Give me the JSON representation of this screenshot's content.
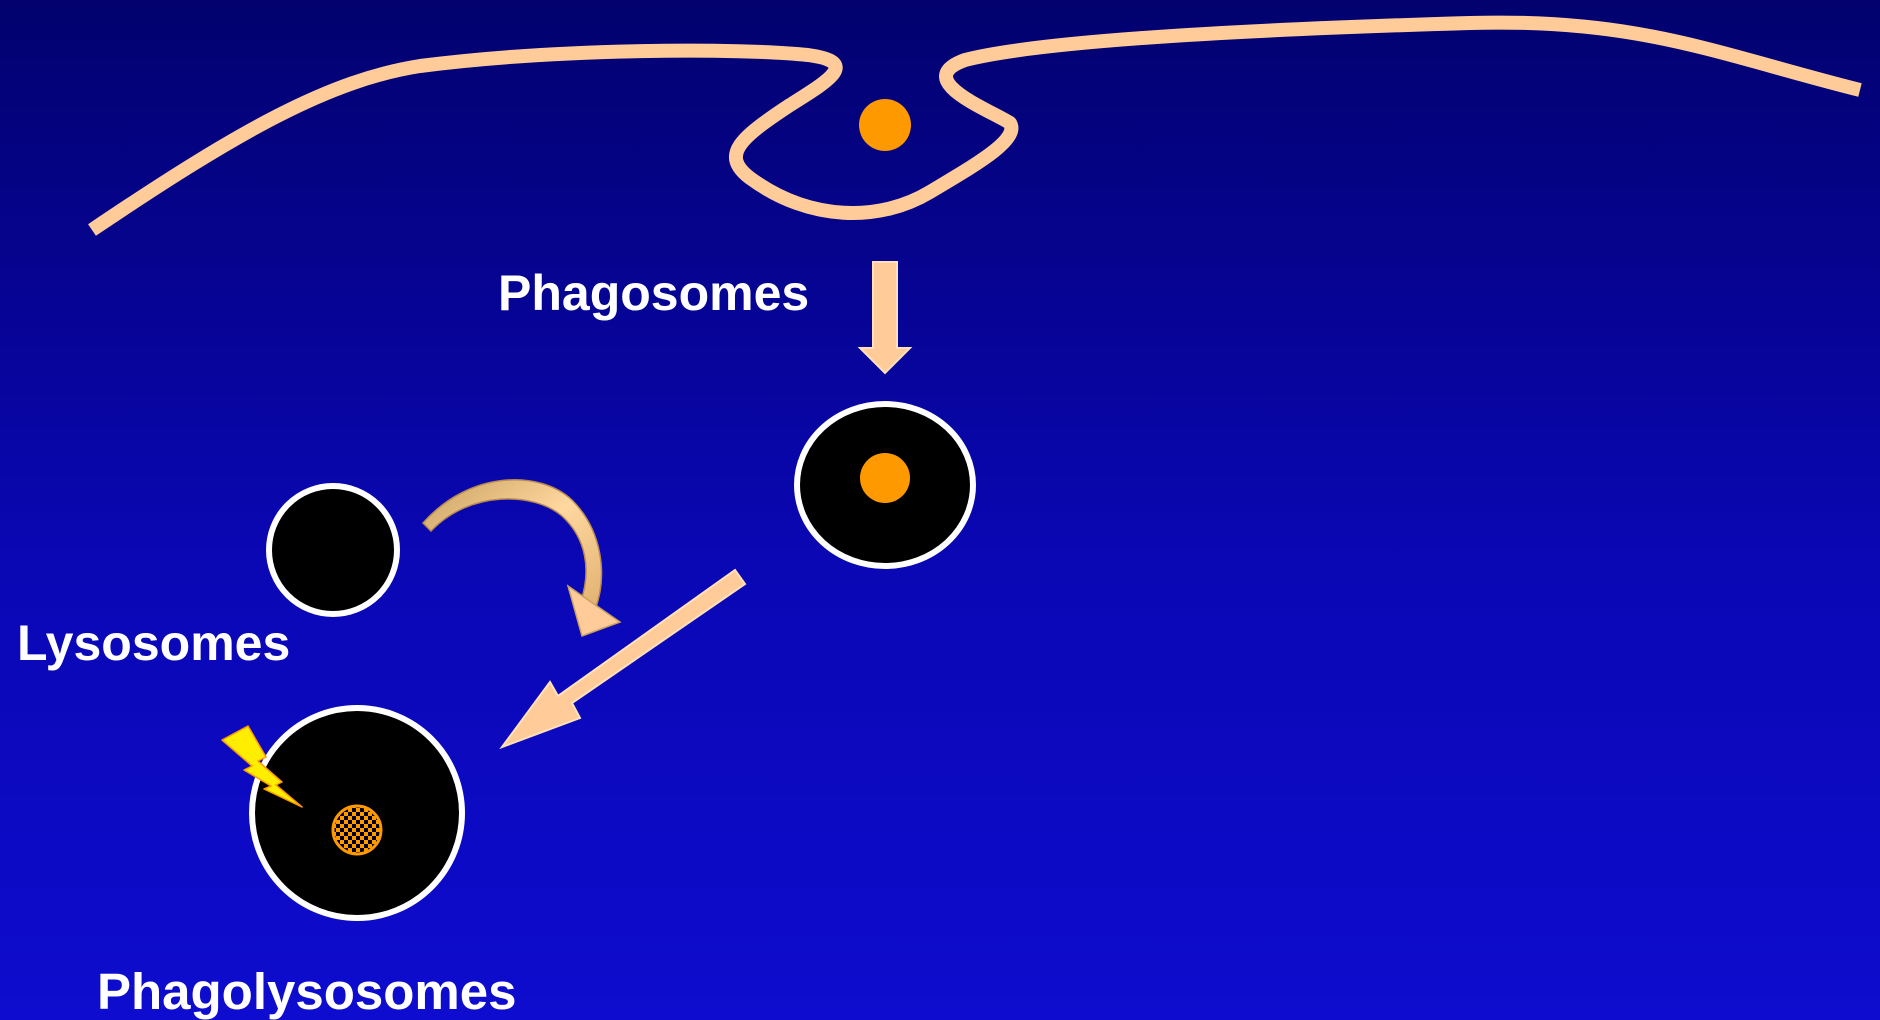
{
  "labels": {
    "phagosomes": "Phagosomes",
    "lysosomes": "Lysosomes",
    "phagolysosomes": "Phagolysosomes"
  },
  "colors": {
    "membrane": "#ffcc99",
    "particle": "#ff9900",
    "vesicle_fill": "#000000",
    "vesicle_border": "#ffffff",
    "lightning": "#ffee00"
  },
  "icons": {
    "lightning": "lightning-bolt-icon"
  }
}
